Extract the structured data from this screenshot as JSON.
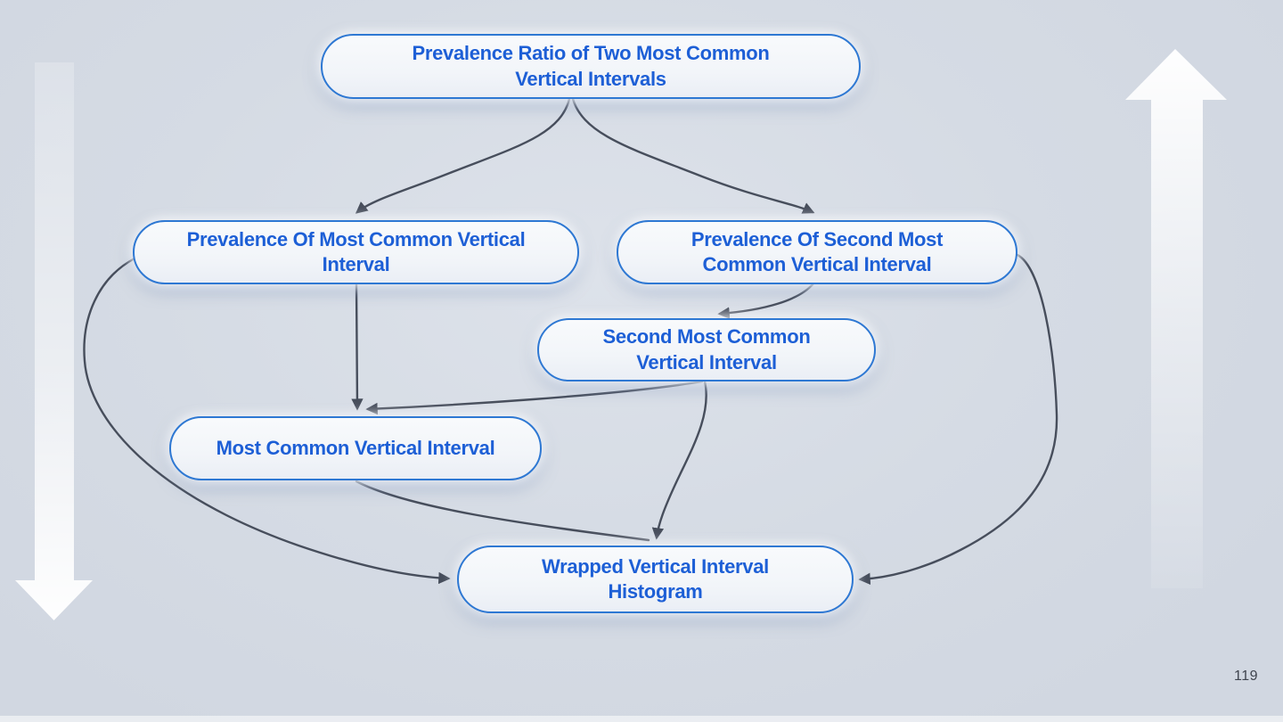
{
  "slide": {
    "page_number": "119",
    "background_color": "#d4dae3"
  },
  "diagram": {
    "type": "flowchart",
    "node_style": {
      "border_color": "#2e78d3",
      "text_color": "#1d5fd6",
      "fill_color": "#f5f7fa"
    },
    "connector_color": "#474e5c",
    "nodes": [
      {
        "id": "prevalence-ratio",
        "label": "Prevalence Ratio of Two Most Common\nVertical Intervals"
      },
      {
        "id": "prevalence-most-common",
        "label": "Prevalence Of Most Common Vertical\nInterval"
      },
      {
        "id": "prevalence-second-most-common",
        "label": "Prevalence Of Second Most\nCommon Vertical Interval"
      },
      {
        "id": "second-most-common-interval",
        "label": "Second Most Common\nVertical Interval"
      },
      {
        "id": "most-common-interval",
        "label": "Most Common Vertical Interval"
      },
      {
        "id": "wrapped-histogram",
        "label": "Wrapped Vertical Interval\nHistogram"
      }
    ],
    "edges": [
      {
        "from": "prevalence-ratio",
        "to": "prevalence-most-common"
      },
      {
        "from": "prevalence-ratio",
        "to": "prevalence-second-most-common"
      },
      {
        "from": "prevalence-second-most-common",
        "to": "second-most-common-interval"
      },
      {
        "from": "prevalence-most-common",
        "to": "most-common-interval"
      },
      {
        "from": "second-most-common-interval",
        "to": "most-common-interval"
      },
      {
        "from": "second-most-common-interval",
        "to": "wrapped-histogram"
      },
      {
        "from": "most-common-interval",
        "to": "wrapped-histogram"
      },
      {
        "from": "prevalence-most-common",
        "to": "wrapped-histogram"
      },
      {
        "from": "prevalence-second-most-common",
        "to": "wrapped-histogram"
      }
    ]
  },
  "decorations": {
    "left_arrow_direction": "down",
    "right_arrow_direction": "up"
  }
}
